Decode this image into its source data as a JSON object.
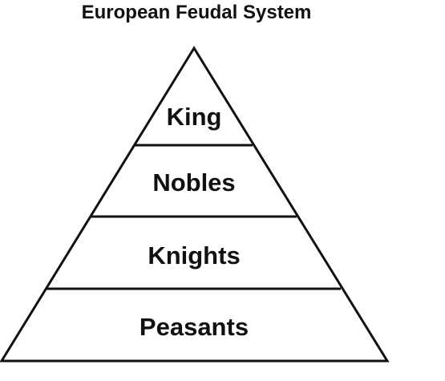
{
  "title": "European Feudal System",
  "tiers": [
    "King",
    "Nobles",
    "Knights",
    "Peasants"
  ],
  "colors": {
    "stroke": "#111111",
    "text": "#111111",
    "background": "#ffffff"
  }
}
